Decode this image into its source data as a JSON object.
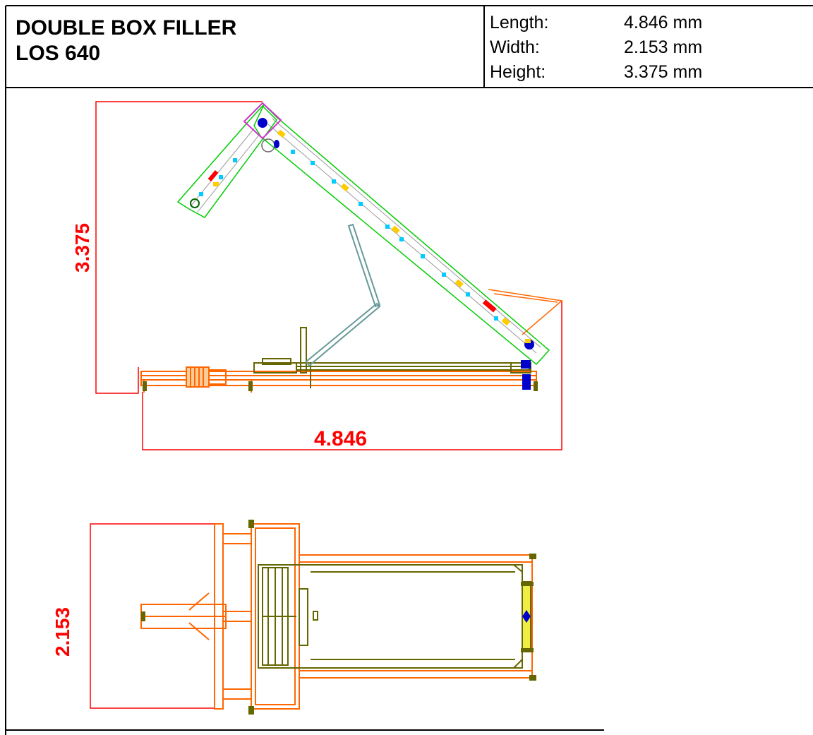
{
  "title": {
    "line1": "DOUBLE BOX FILLER",
    "line2": "LOS 640"
  },
  "specs": [
    {
      "label": "Length:",
      "value": "4.846 mm"
    },
    {
      "label": "Width:",
      "value": "2.153 mm"
    },
    {
      "label": "Height:",
      "value": "3.375 mm"
    }
  ],
  "dimensions": {
    "side_height": "3.375",
    "side_length": "4.846",
    "top_width": "2.153"
  },
  "colors": {
    "dimension": "#ff0000",
    "frame": "#ff6600",
    "structure": "#666600",
    "conveyor_outline": "#00cc00",
    "hopper": "#cc33cc",
    "buckets": "#00ccff",
    "rollers": "#ffcc00",
    "motor": "#0000cc",
    "arm": "#669999",
    "gate": "#eeee44"
  }
}
